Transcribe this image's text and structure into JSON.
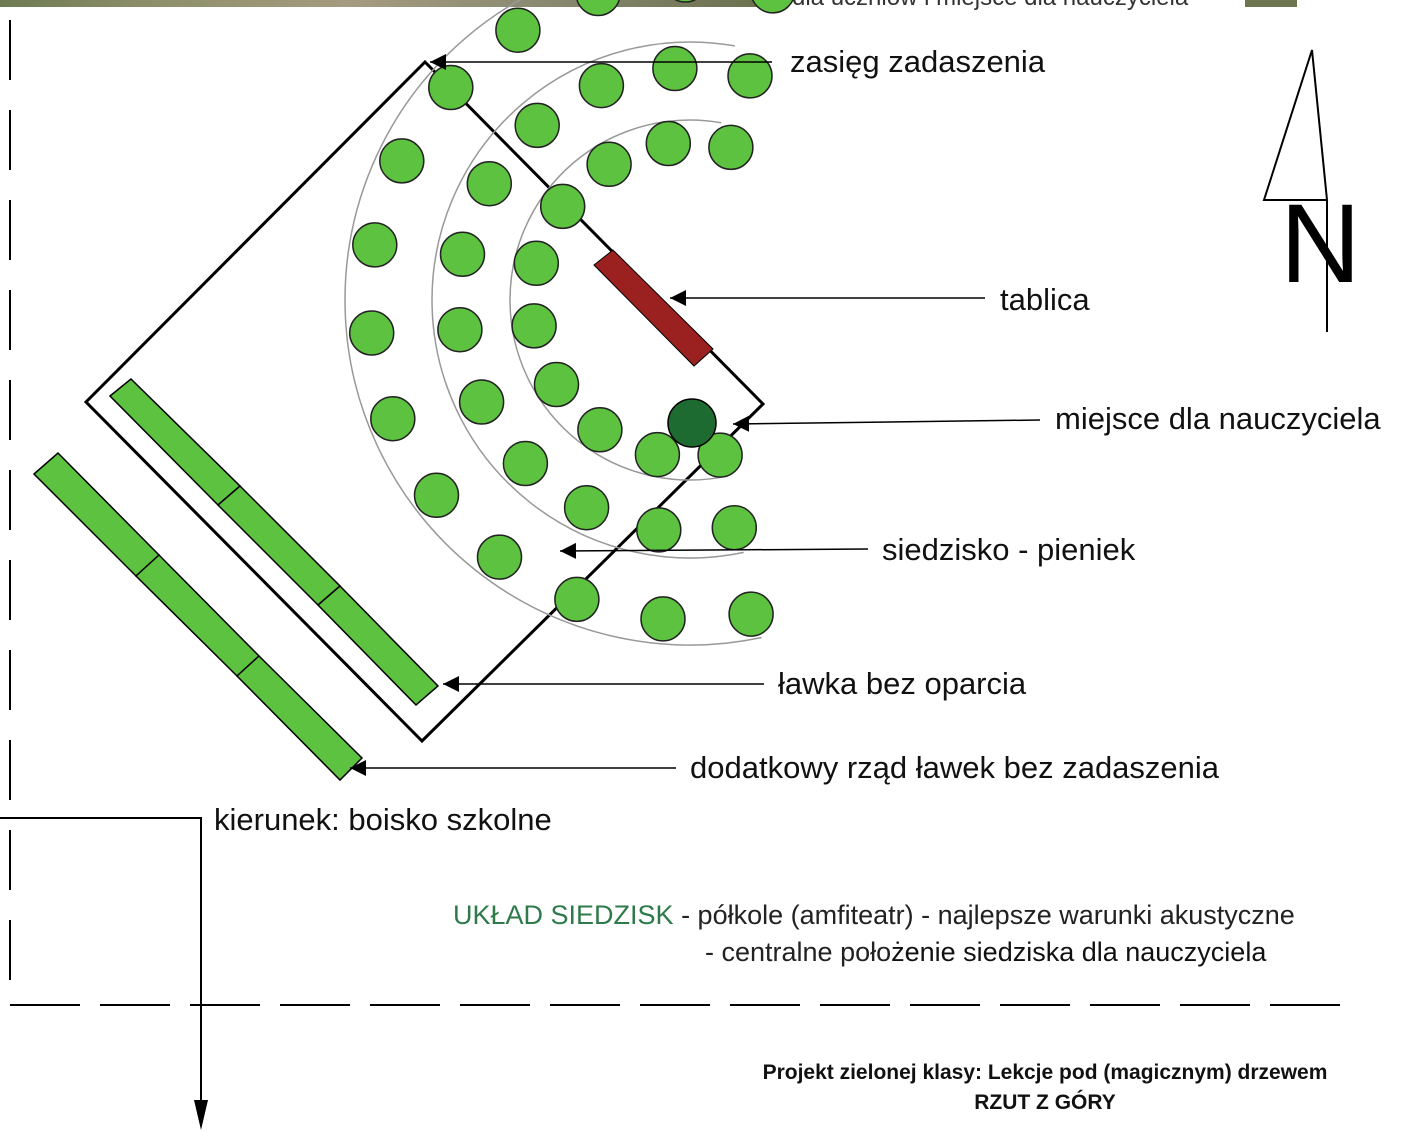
{
  "top_caption": "dla uczniów i miejsce dla nauczyciela",
  "labels": {
    "roof": "zasięg zadaszenia",
    "board": "tablica",
    "teacher": "miejsce dla nauczyciela",
    "seat": "siedzisko - pieniek",
    "bench": "ławka bez oparcia",
    "extra_benches": "dodatkowy rząd ławek bez zadaszenia",
    "direction": "kierunek: boisko szkolne"
  },
  "north_label": "N",
  "seat_layout": {
    "heading": "UKŁAD SIEDZISK",
    "line1": " - półkole (amfiteatr) - najlepsze warunki akustyczne",
    "line2_a": "- centralne poło",
    "line2_b": "żenie siedziska dla nauczyciela"
  },
  "project": {
    "title": "Projekt zielonej klasy: Lekcje pod (magicznym) drzewem",
    "subtitle": "RZUT Z GÓRY"
  },
  "colors": {
    "seat": "#5cc23f",
    "teacher_seat": "#1e6b32",
    "board": "#9b2121",
    "bench": "#5cc23f",
    "accent": "#2f7a4a"
  }
}
